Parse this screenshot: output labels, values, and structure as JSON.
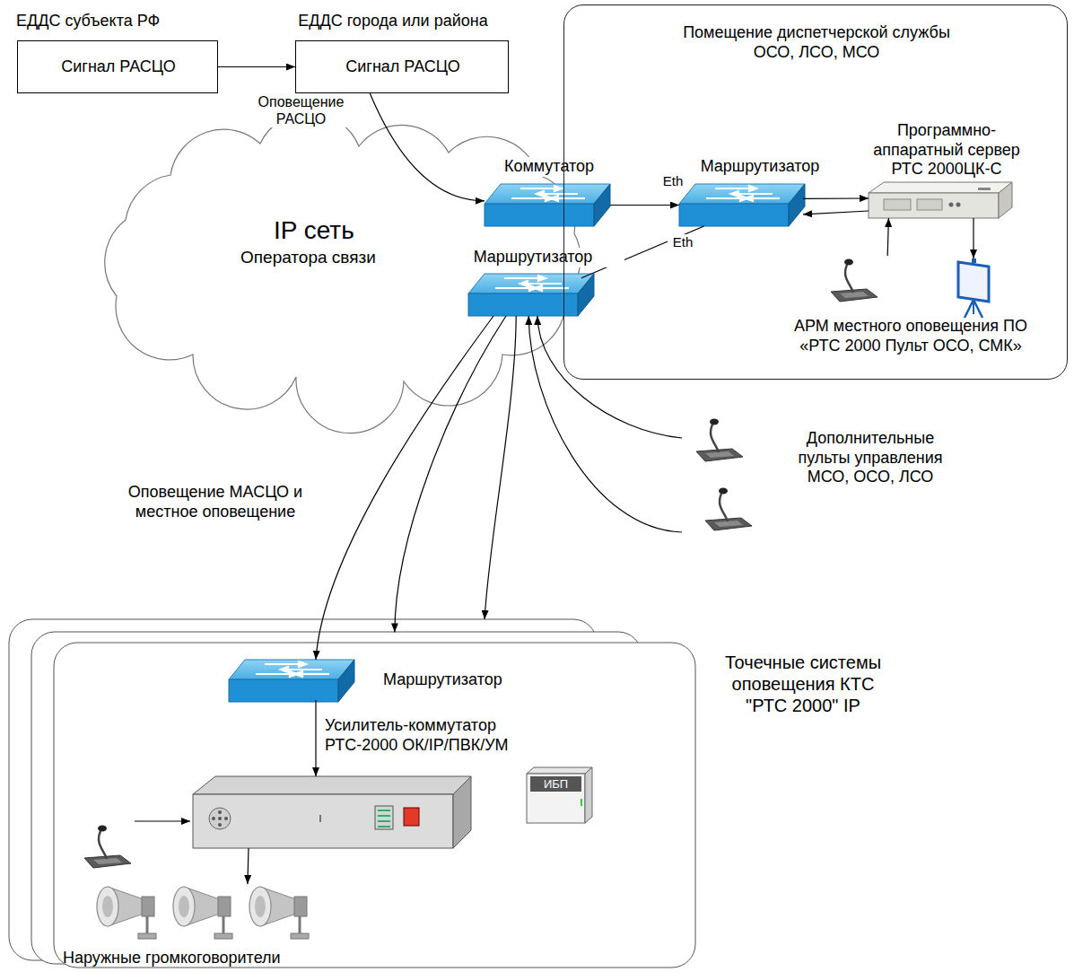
{
  "diagram": {
    "nodes": [
      {
        "text": [
          "ЕДДС субъекта РФ",
          "Сигнал РАСЦО"
        ]
      },
      {
        "text": [
          "ЕДДС города или района",
          "Сигнал РАСЦО"
        ]
      },
      {
        "text": [
          "IP сеть",
          "Оператора связи"
        ]
      },
      {
        "text": [
          "Коммутатор"
        ]
      },
      {
        "text": [
          "Маршрутизатор"
        ]
      },
      {
        "text": [
          "Помещение диспетчерской службы ОСО, ЛСО, МСО"
        ]
      },
      {
        "text": [
          "Маршрутизатор"
        ],
        "in": 5
      },
      {
        "text": [
          "Программно-аппаратный сервер РТС 2000ЦК-С"
        ],
        "in": 5
      },
      {
        "text": [
          "АРМ местного оповещения ПО «РТС 2000 Пульт ОСО, СМК»"
        ],
        "in": 5
      },
      {
        "text": [
          "Дополнительные пульты управления МСО, ОСО, ЛСО"
        ]
      },
      {
        "text": [
          "Точечные системы оповещения КТС \"РТС 2000\" IP"
        ]
      },
      {
        "text": [
          "Маршрутизатор"
        ],
        "in": 10
      },
      {
        "text": [
          "Усилитель-коммутатор РТС-2000 ОК/IP/ПВК/УМ"
        ],
        "in": 10
      },
      {
        "text": [
          "ИБП"
        ],
        "in": 10
      },
      {
        "text": [
          "Наружные громкоговорители"
        ],
        "in": 10
      }
    ],
    "edges": [
      {
        "from": 0,
        "to": 1,
        "arrow": "to"
      },
      {
        "from": 1,
        "to": 3,
        "label": "Оповещение РАСЦО",
        "arrow": "to"
      },
      {
        "from": 3,
        "to": 6,
        "label": "Eth",
        "arrow": "to"
      },
      {
        "from": 6,
        "to": 7,
        "arrow": "to"
      },
      {
        "from": 7,
        "to": 6,
        "arrow": "to"
      },
      {
        "from": 4,
        "to": 6,
        "label": "Eth",
        "arrow": "none"
      },
      {
        "from": 8,
        "to": 7,
        "arrow": "to"
      },
      {
        "from": 4,
        "to": 11,
        "label": "Оповещение МАСЦО и местное оповещение",
        "arrow": "to"
      },
      {
        "from": 4,
        "to": 10,
        "arrow": "to"
      },
      {
        "from": 4,
        "to": 10,
        "arrow": "to"
      },
      {
        "from": 9,
        "to": 4,
        "arrow": "to"
      },
      {
        "from": 9,
        "to": 4,
        "arrow": "to"
      },
      {
        "from": 11,
        "to": 12,
        "arrow": "to"
      },
      {
        "from": 12,
        "to": 14,
        "arrow": "to"
      }
    ]
  }
}
